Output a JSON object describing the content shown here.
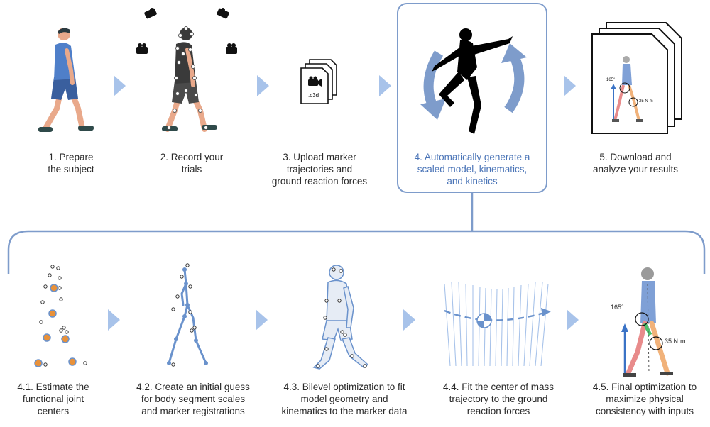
{
  "colors": {
    "accent": "#4a74b7",
    "box_outline": "#7e9ccb",
    "arrow": "#a8c3ea",
    "marker_orange": "#e8913a",
    "skeleton": "#6a92cc",
    "shirt": "#4f7fc9",
    "skin": "#e9a98b"
  },
  "file_icon": {
    "extension": ".c3d"
  },
  "top_steps": [
    {
      "label_lines": [
        "1. Prepare",
        "the subject"
      ]
    },
    {
      "label_lines": [
        "2. Record your",
        "trials"
      ]
    },
    {
      "label_lines": [
        "3. Upload marker",
        "trajectories and",
        "ground reaction forces"
      ]
    },
    {
      "label_lines": [
        "4. Automatically generate a",
        "scaled model, kinematics,",
        "and kinetics"
      ]
    },
    {
      "label_lines": [
        "5. Download and",
        "analyze your results"
      ]
    }
  ],
  "sub_steps": [
    {
      "label_lines": [
        "4.1. Estimate the",
        "functional joint",
        "centers"
      ]
    },
    {
      "label_lines": [
        "4.2. Create an initial guess",
        "for body segment scales",
        "and marker registrations"
      ]
    },
    {
      "label_lines": [
        "4.3. Bilevel optimization to fit",
        "model geometry and",
        "kinematics to the marker data"
      ]
    },
    {
      "label_lines": [
        "4.4. Fit the center of mass",
        "trajectory to the ground",
        "reaction forces"
      ]
    },
    {
      "label_lines": [
        "4.5. Final optimization to",
        "maximize physical",
        "consistency with inputs"
      ]
    }
  ],
  "annotations": {
    "angle": "165°",
    "moment": "35 N·m"
  }
}
